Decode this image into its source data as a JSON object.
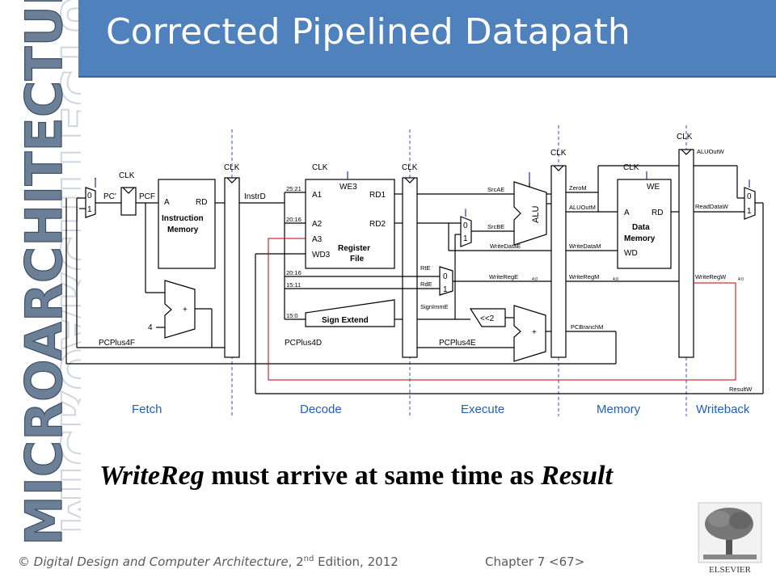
{
  "side_title": "MICROARCHITECTURE",
  "slide_title": "Corrected Pipelined Datapath",
  "caption": {
    "part1": "WriteReg",
    "part2": " must arrive at same time as ",
    "part3": "Result"
  },
  "footer": {
    "copyright": "© ",
    "book": "Digital Design and Computer Architecture",
    "edition_prefix": ", 2",
    "edition_sup": "nd",
    "edition_suffix": " Edition, 2012",
    "chapter": "Chapter 7 <67>"
  },
  "publisher": "ELSEVIER",
  "stages": [
    "Fetch",
    "Decode",
    "Execute",
    "Memory",
    "Writeback"
  ],
  "blocks": {
    "instr_mem": [
      "A",
      "RD",
      "Instruction",
      "Memory"
    ],
    "reg_file": [
      "A1",
      "A2",
      "A3",
      "WD3",
      "WE3",
      "RD1",
      "RD2",
      "Register",
      "File"
    ],
    "data_mem": [
      "A",
      "RD",
      "Data",
      "Memory",
      "WD",
      "WE"
    ],
    "alu": "ALU",
    "sign_extend": "Sign Extend",
    "shift": "<<2",
    "adder": "+"
  },
  "signals": {
    "clk": "CLK",
    "pc_prime": "PC'",
    "pcf": "PCF",
    "instrd": "InstrD",
    "pcplus4f": "PCPlus4F",
    "pcplus4d": "PCPlus4D",
    "pcplus4e": "PCPlus4E",
    "four": "4",
    "b2521": "25:21",
    "b2016a": "20:16",
    "b2016b": "20:16",
    "b1511": "15:11",
    "b150": "15:0",
    "srcae": "SrcAE",
    "srcbe": "SrcBE",
    "writedatae": "WriteDataE",
    "rte": "RtE",
    "rde": "RdE",
    "signimme": "SignImmE",
    "writerege": "WriteRegE",
    "zerom": "ZeroM",
    "aluoutm": "ALUOutM",
    "writedatam": "WriteDataM",
    "writeregm": "WriteRegM",
    "pcbranchm": "PCBranchM",
    "aluoutw": "ALUOutW",
    "readdataw": "ReadDataW",
    "writeregw": "WriteRegW",
    "resultw": "ResultW",
    "sub40": "4:0",
    "mux0": "0",
    "mux1": "1"
  },
  "colors": {
    "title_bar": "#4f81bd",
    "stage_label": "#1f5fbf",
    "stage_divider": "#3050c0",
    "writereg_path": "#c00000",
    "side_text": "#6b7f97"
  }
}
